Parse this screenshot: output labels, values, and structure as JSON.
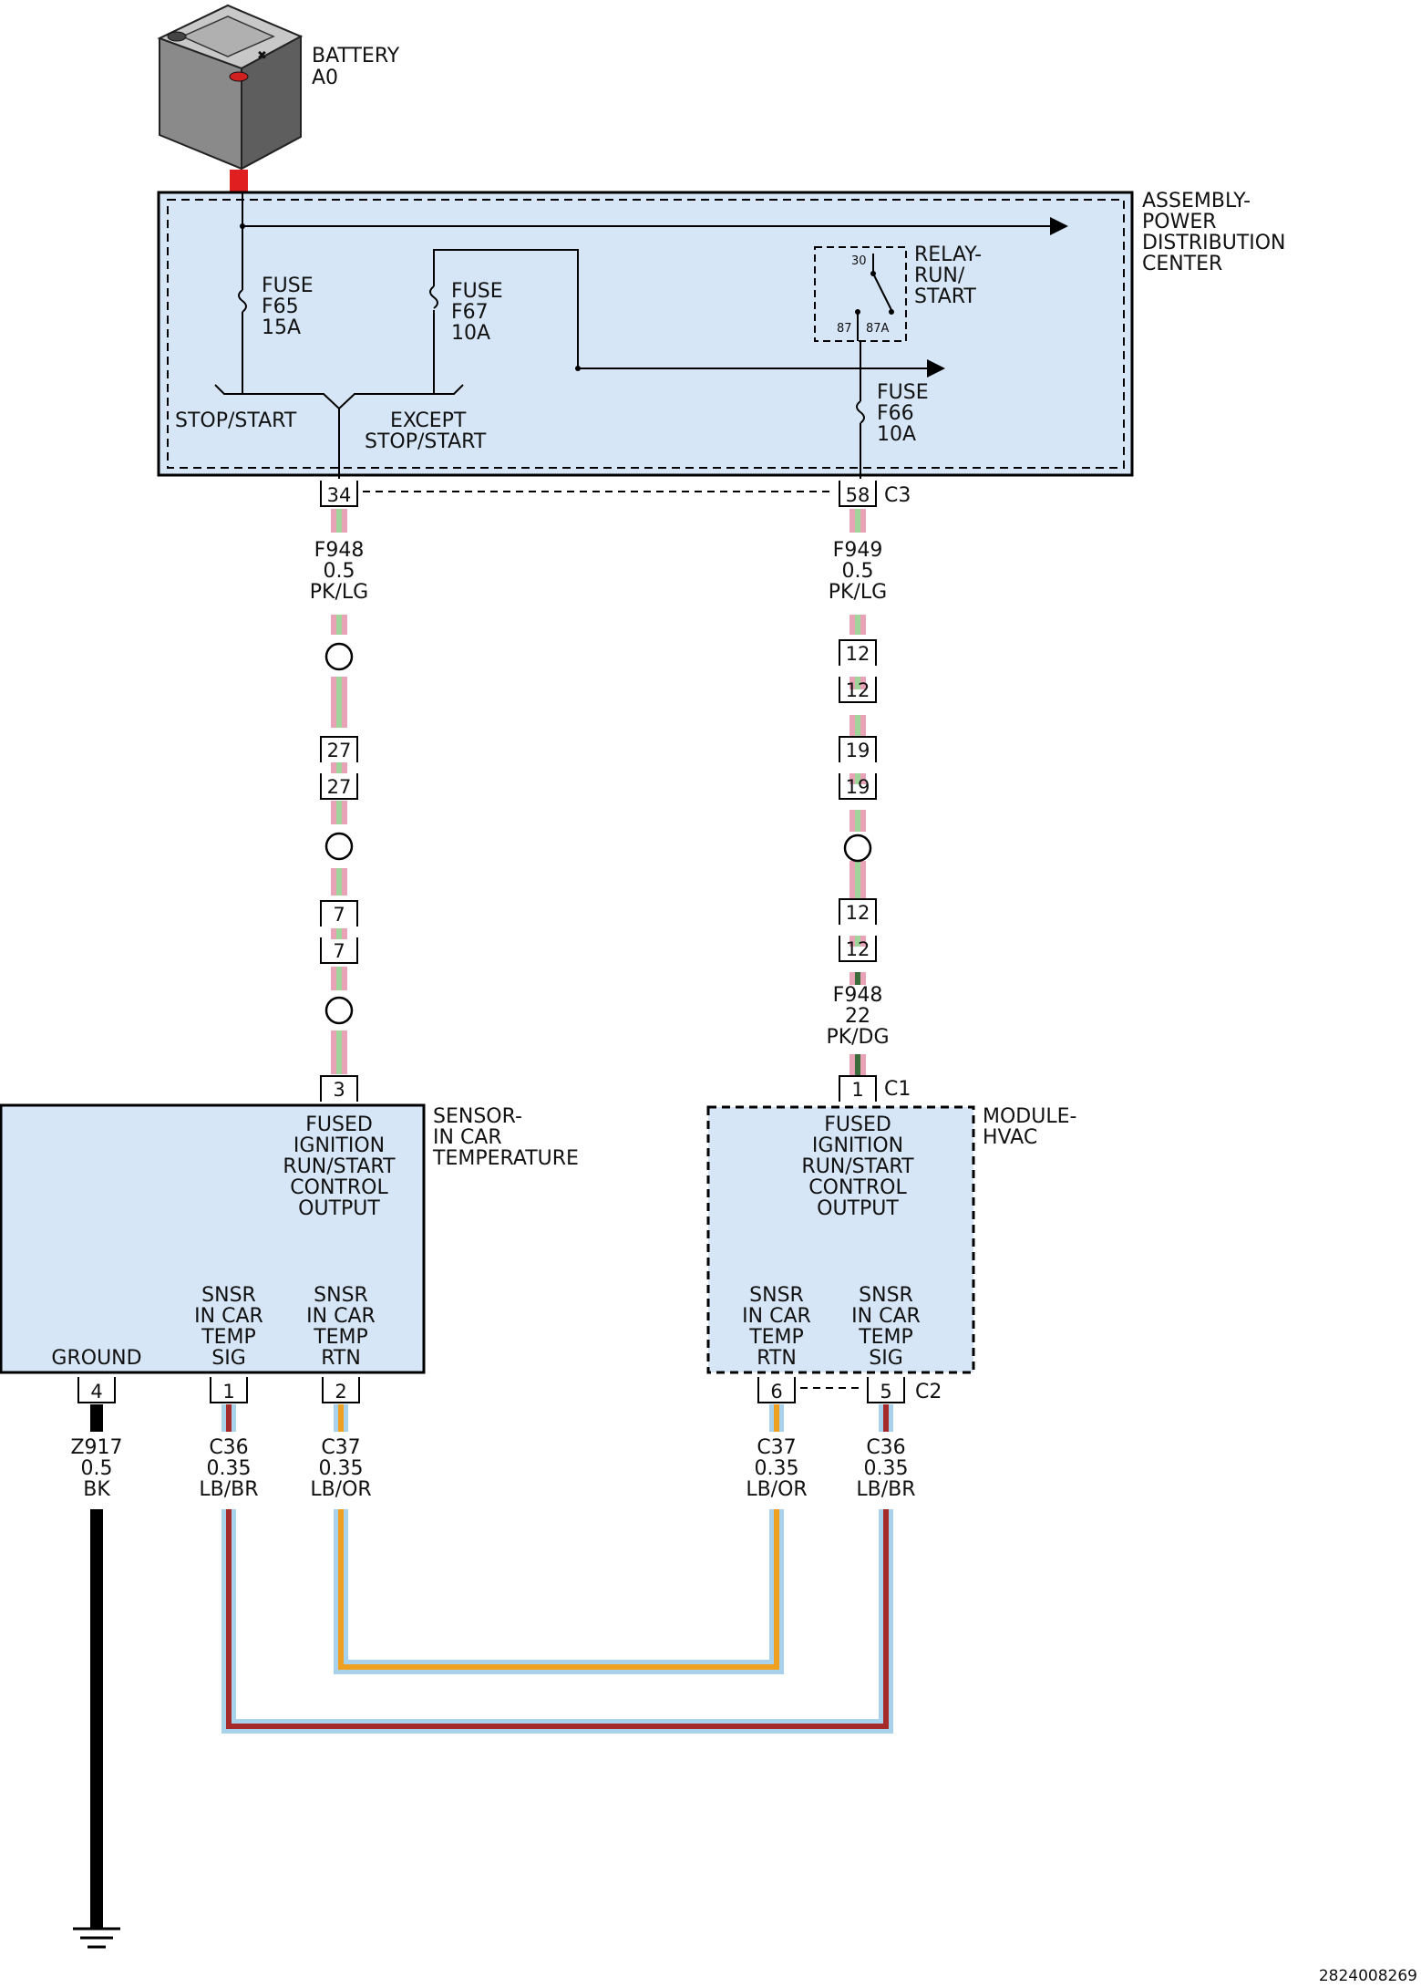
{
  "battery": {
    "line1": "BATTERY",
    "line2": "A0"
  },
  "pdc": {
    "title": [
      "ASSEMBLY-",
      "POWER",
      "DISTRIBUTION",
      "CENTER"
    ]
  },
  "fuse_f65": [
    "FUSE",
    "F65",
    "15A"
  ],
  "fuse_f67": [
    "FUSE",
    "F67",
    "10A"
  ],
  "fuse_f66": [
    "FUSE",
    "F66",
    "10A"
  ],
  "relay": {
    "label": [
      "RELAY-",
      "RUN/",
      "START"
    ],
    "pin30": "30",
    "pin87": "87",
    "pin87a": "87A"
  },
  "splice_labels": {
    "stop_start": "STOP/START",
    "except": [
      "EXCEPT",
      "STOP/START"
    ]
  },
  "connectors": {
    "c3_left": "34",
    "c3_right": "58",
    "c3_name": "C3",
    "left_chain": [
      "27",
      "27",
      "7",
      "7",
      "3"
    ],
    "right_chain": [
      "12",
      "12",
      "19",
      "19",
      "12",
      "12",
      "1"
    ],
    "c1_name": "C1",
    "sensor_pins": [
      "4",
      "1",
      "2"
    ],
    "hvac_pins": [
      "6",
      "5"
    ],
    "c2_name": "C2"
  },
  "wires": {
    "f948_top": [
      "F948",
      "0.5",
      "PK/LG"
    ],
    "f949": [
      "F949",
      "0.5",
      "PK/LG"
    ],
    "f948_hvac": [
      "F948",
      "22",
      "PK/DG"
    ],
    "z917": [
      "Z917",
      "0.5",
      "BK"
    ],
    "c36_left": [
      "C36",
      "0.35",
      "LB/BR"
    ],
    "c37_left": [
      "C37",
      "0.35",
      "LB/OR"
    ],
    "c37_right": [
      "C37",
      "0.35",
      "LB/OR"
    ],
    "c36_right": [
      "C36",
      "0.35",
      "LB/BR"
    ]
  },
  "sensor": {
    "name": [
      "SENSOR-",
      "IN CAR",
      "TEMPERATURE"
    ],
    "fused": [
      "FUSED",
      "IGNITION",
      "RUN/START",
      "CONTROL",
      "OUTPUT"
    ],
    "ground": "GROUND",
    "sig": [
      "SNSR",
      "IN CAR",
      "TEMP",
      "SIG"
    ],
    "rtn": [
      "SNSR",
      "IN CAR",
      "TEMP",
      "RTN"
    ]
  },
  "hvac": {
    "name": [
      "MODULE-",
      "HVAC"
    ],
    "fused": [
      "FUSED",
      "IGNITION",
      "RUN/START",
      "CONTROL",
      "OUTPUT"
    ],
    "rtn": [
      "SNSR",
      "IN CAR",
      "TEMP",
      "RTN"
    ],
    "sig": [
      "SNSR",
      "IN CAR",
      "TEMP",
      "SIG"
    ]
  },
  "diagram_id": "2824008269",
  "colors": {
    "module_fill": "#d6e6f6",
    "pink": "#e8a3b7",
    "light_green": "#9fd49a",
    "dark_green": "#3a6b3a",
    "light_blue": "#a8d2ec",
    "brown": "#a52a2a",
    "orange": "#f0a020",
    "black": "#000000",
    "red_terminal": "#e02020"
  }
}
